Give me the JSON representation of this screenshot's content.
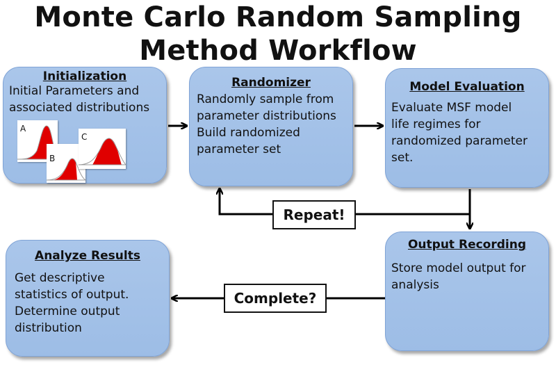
{
  "title": {
    "line1": "Monte Carlo Random Sampling",
    "line2": "Method Workflow"
  },
  "boxes": {
    "initialization": {
      "title": "Initialization",
      "lines": [
        "Initial Parameters and",
        "associated distributions"
      ],
      "distribution_labels": [
        "A",
        "B",
        "C"
      ]
    },
    "randomizer": {
      "title": "Randomizer",
      "lines": [
        "Randomly sample from",
        "parameter distributions",
        "Build randomized",
        "parameter set"
      ]
    },
    "model_evaluation": {
      "title": "Model Evaluation",
      "lines": [
        "Evaluate MSF model",
        "life regimes for",
        "randomized parameter",
        "set."
      ]
    },
    "output_recording": {
      "title": "Output Recording",
      "lines": [
        "Store model output for",
        "analysis"
      ]
    },
    "analyze_results": {
      "title": "Analyze Results",
      "lines": [
        "Get descriptive",
        "statistics of output.",
        "Determine output",
        "distribution"
      ]
    }
  },
  "labels": {
    "repeat": "Repeat!",
    "complete": "Complete?"
  },
  "colors": {
    "box_fill": "#a4c2e8",
    "box_border": "#7fa3d6",
    "distribution_fill": "#e00000",
    "arrow": "#000000"
  }
}
